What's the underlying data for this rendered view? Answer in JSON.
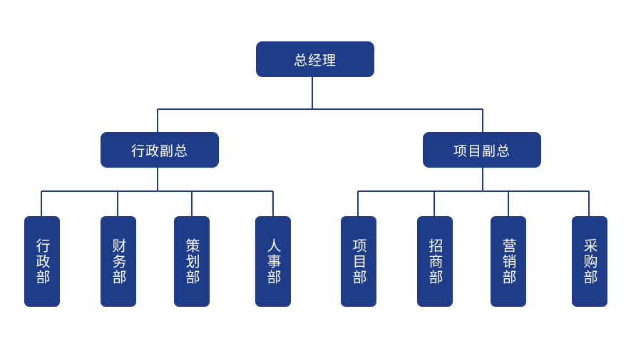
{
  "org": {
    "ceo": "总经理",
    "vp_admin": "行政副总",
    "vp_project": "项目副总",
    "departments": [
      "行政部",
      "财务部",
      "策划部",
      "人事部",
      "项目部",
      "招商部",
      "营销部",
      "采购部"
    ]
  },
  "colors": {
    "node_fill": "#1f3c88",
    "line": "#1f3c88",
    "text": "#ffffff"
  }
}
